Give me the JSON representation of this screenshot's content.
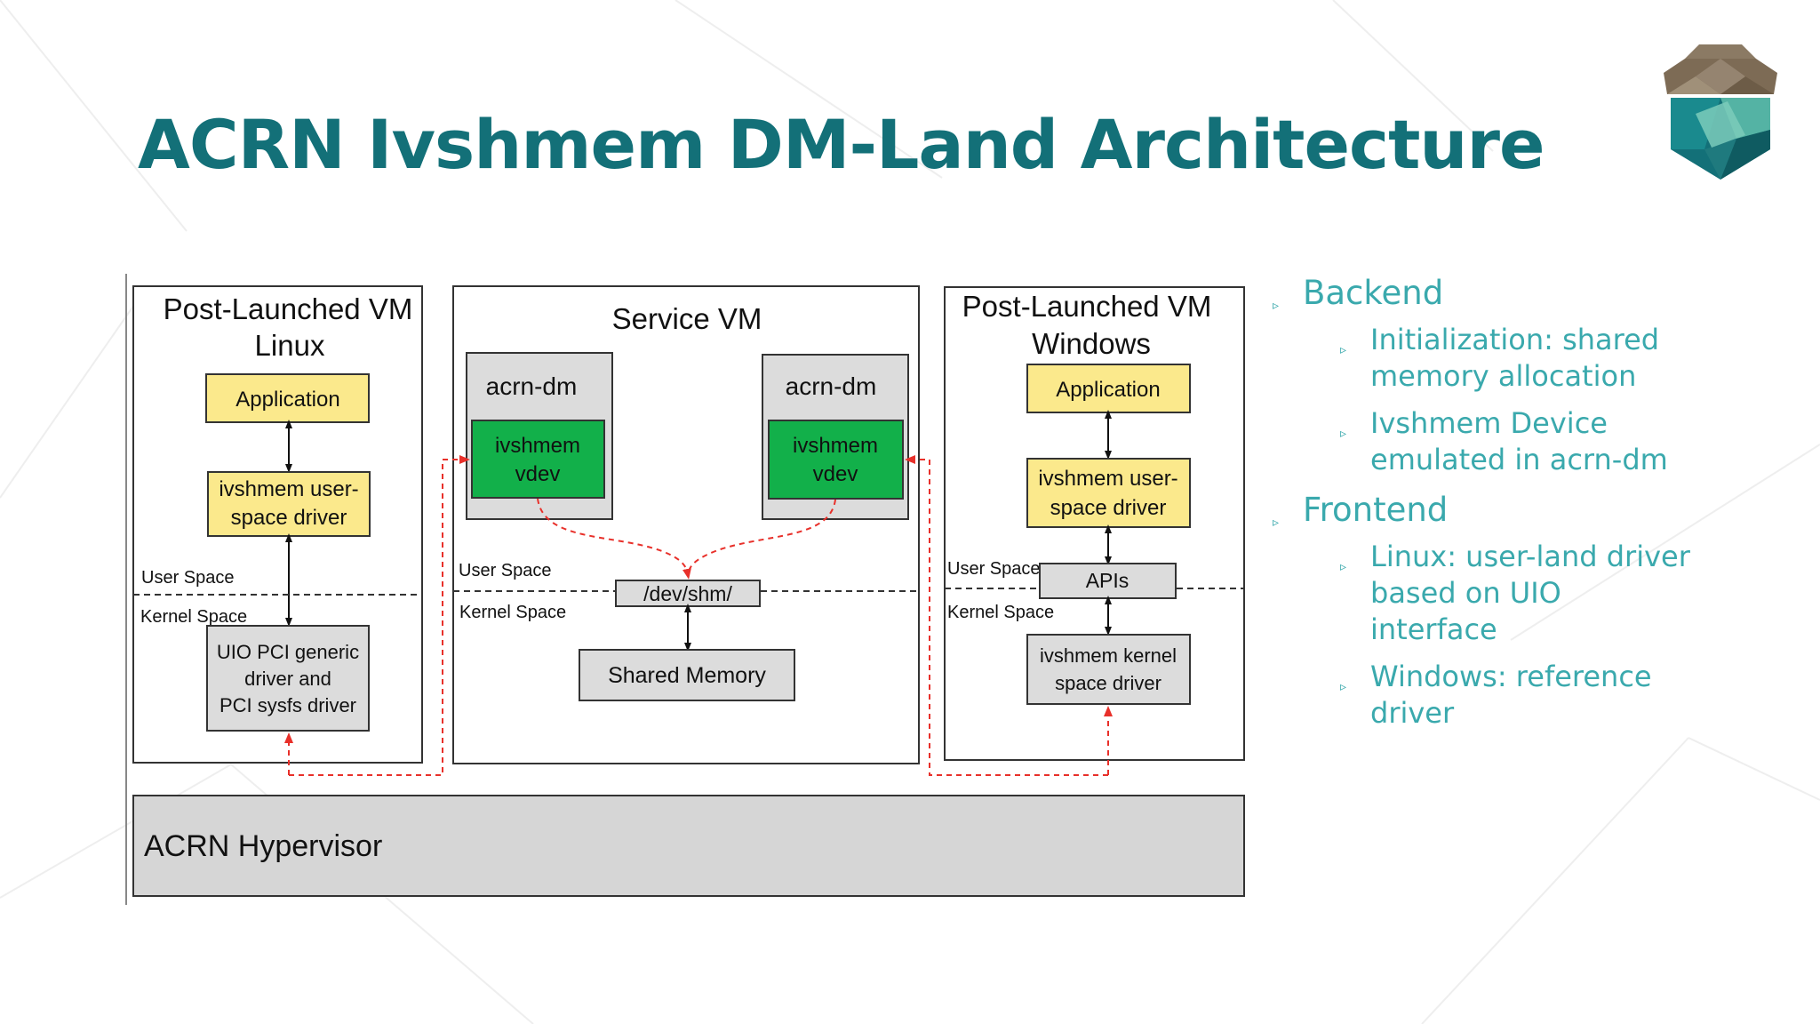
{
  "slide": {
    "title": "ACRN Ivshmem DM-Land Architecture"
  },
  "diagram": {
    "linux_vm": {
      "title_line1": "Post-Launched VM",
      "title_line2": "Linux",
      "application": "Application",
      "driver_line1": "ivshmem user-",
      "driver_line2": "space driver",
      "user_space": "User Space",
      "kernel_space": "Kernel Space",
      "uio_line1": "UIO PCI generic",
      "uio_line2": "driver and",
      "uio_line3": "PCI sysfs driver"
    },
    "service_vm": {
      "title": "Service VM",
      "dm_left": "acrn-dm",
      "dm_right": "acrn-dm",
      "vdev_line1": "ivshmem",
      "vdev_line2": "vdev",
      "user_space": "User Space",
      "kernel_space": "Kernel Space",
      "devshm": "/dev/shm/",
      "shared_memory": "Shared Memory"
    },
    "windows_vm": {
      "title_line1": "Post-Launched VM",
      "title_line2": "Windows",
      "application": "Application",
      "driver_line1": "ivshmem user-",
      "driver_line2": "space driver",
      "user_space": "User Space",
      "kernel_space": "Kernel Space",
      "apis": "APIs",
      "kdriver_line1": "ivshmem kernel",
      "kdriver_line2": "space driver"
    },
    "hypervisor": "ACRN Hypervisor"
  },
  "bullets": {
    "backend": "Backend",
    "backend_items": [
      "Initialization: shared",
      "memory allocation",
      "Ivshmem Device",
      "emulated in acrn-dm"
    ],
    "frontend": "Frontend",
    "frontend_items": [
      "Linux: user-land driver",
      "based on UIO",
      "interface",
      "Windows: reference",
      "driver"
    ]
  },
  "colors": {
    "title": "#137078",
    "bullet_text": "#3aa9ad",
    "app_box": "#fbe98c",
    "vdev_box": "#12b04a",
    "gray_box": "#dcdcdc",
    "hypervisor": "#d6d6d6",
    "dashed_arrow": "#e8302a"
  },
  "icons": {
    "logo": "acorn-shield-logo",
    "bullet": "triangle-bullet-icon"
  }
}
